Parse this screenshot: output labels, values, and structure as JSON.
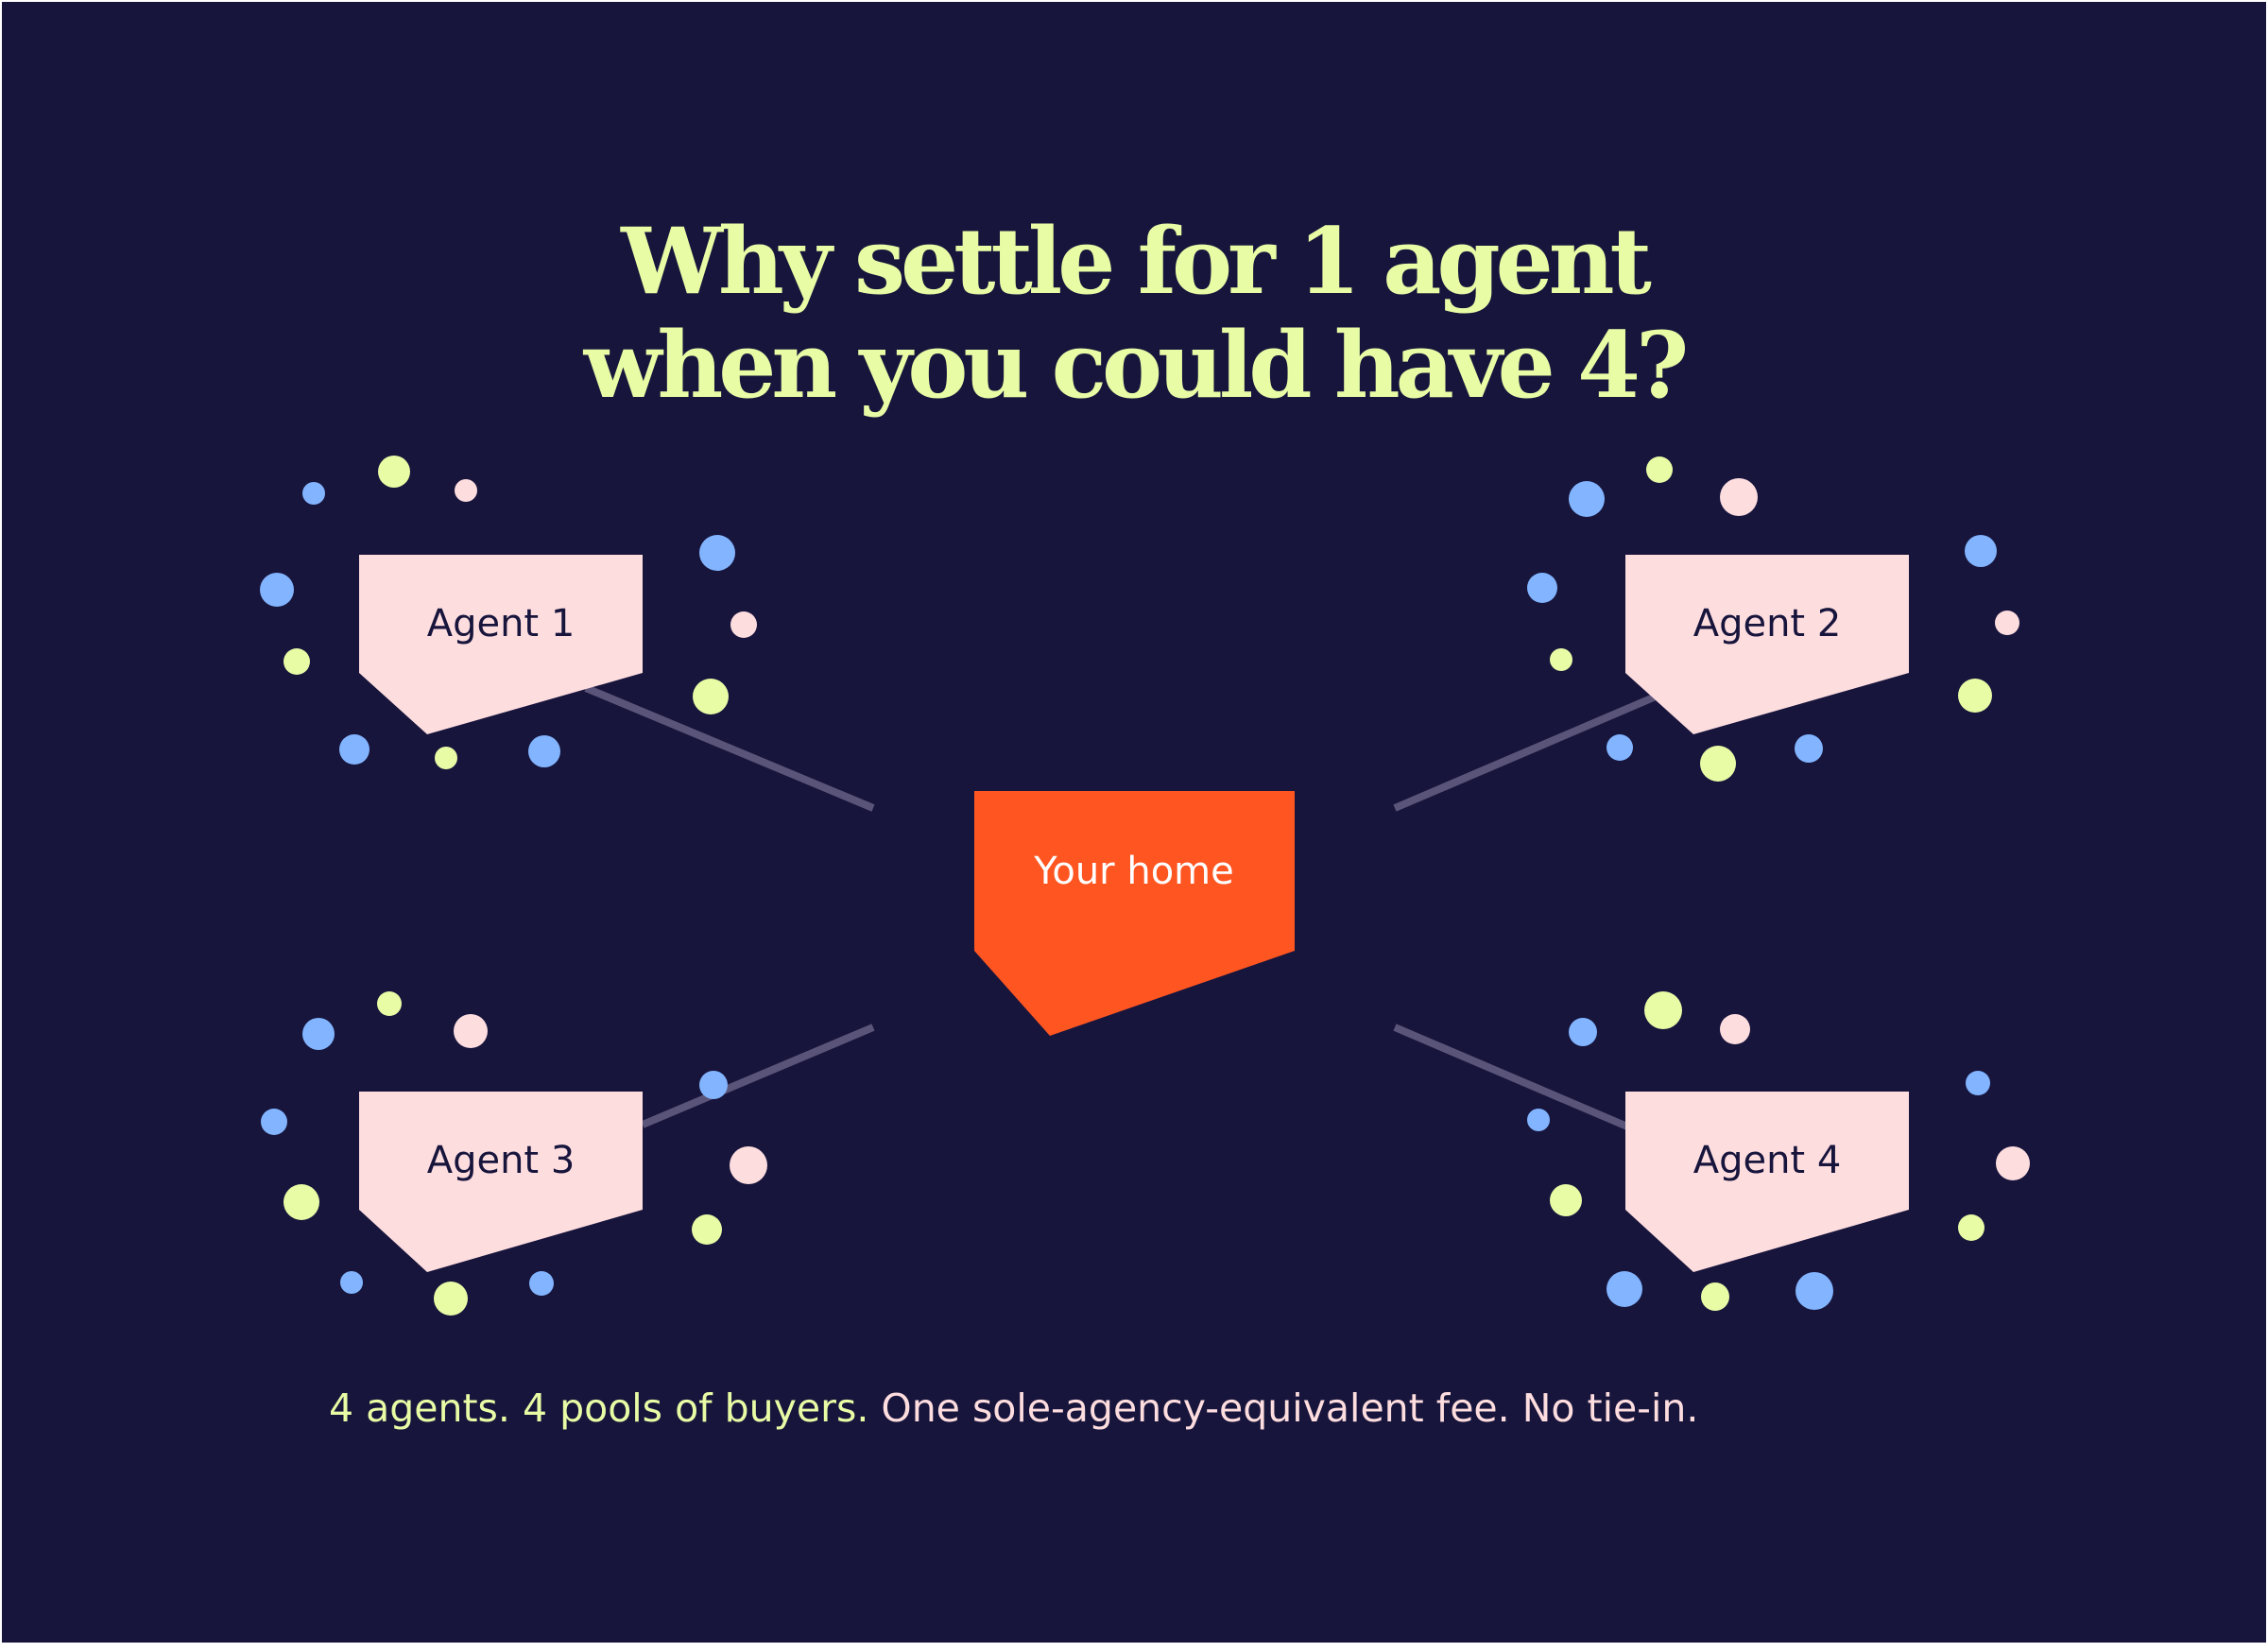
{
  "colors": {
    "background": "#17153C",
    "accent_green": "#E7FCA5",
    "accent_blue": "#82B4FF",
    "accent_pink": "#FEDDDF",
    "home_orange": "#FF5521",
    "connector": "#5A5478",
    "label_dark": "#17153C",
    "label_light": "#FFFFFF"
  },
  "title": {
    "line1": "Why settle for 1 agent",
    "line2": "when you could have 4?"
  },
  "home": {
    "label": "Your home"
  },
  "agents": [
    {
      "label": "Agent 1"
    },
    {
      "label": "Agent 2"
    },
    {
      "label": "Agent 3"
    },
    {
      "label": "Agent 4"
    }
  ],
  "tagline": {
    "highlight": "4 agents. 4 pools of buyers.",
    "rest": " One sole-agency-equivalent fee. No tie-in."
  },
  "icons": {
    "agent_badge": "tag-shape-icon",
    "home_badge": "tag-shape-icon",
    "confetti": "dot-icon"
  }
}
